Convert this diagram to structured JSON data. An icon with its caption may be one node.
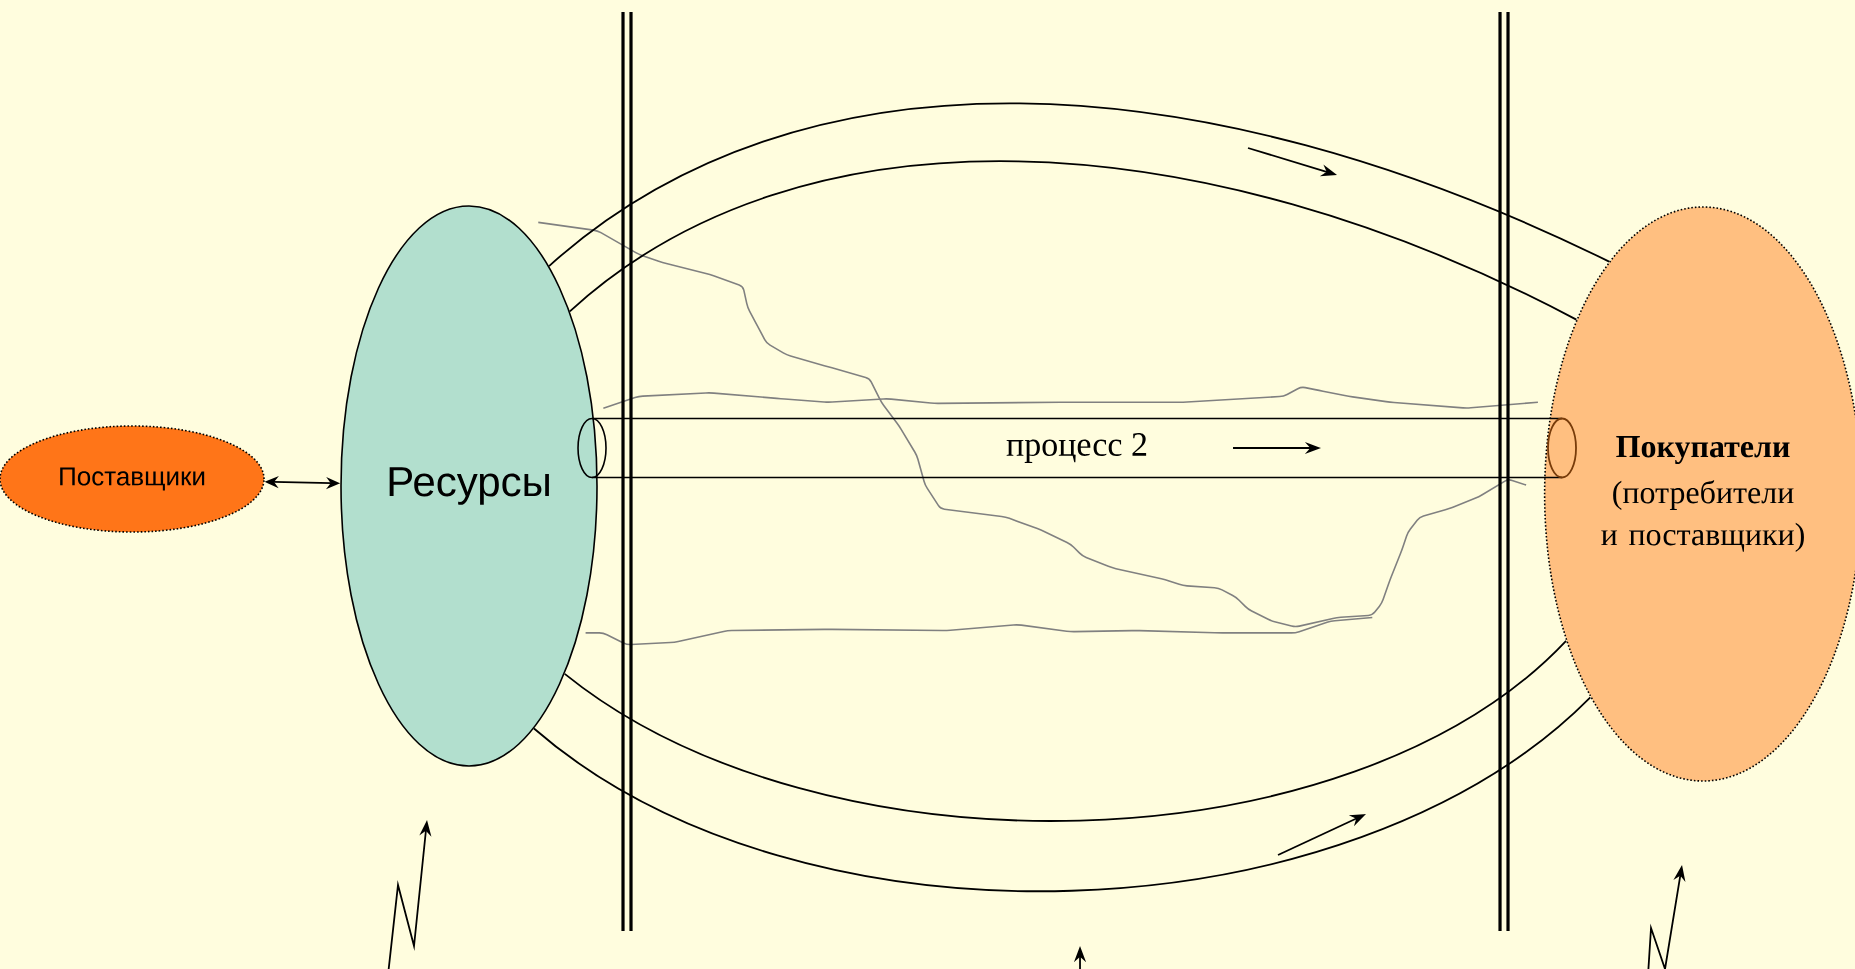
{
  "diagram": {
    "nodes": [
      {
        "text": [
          "Поставщики"
        ]
      },
      {
        "text": [
          "Ресурсы"
        ]
      },
      {
        "text": [
          "Покупатели",
          "(потребители и поставщики)"
        ]
      },
      {
        "text": [
          "процесс 2"
        ]
      }
    ],
    "edges": [
      {
        "from": 0,
        "to": 1,
        "arrow": "both"
      },
      {
        "from": 1,
        "to": 2,
        "arrow": "none"
      },
      {
        "from": 1,
        "to": 2,
        "arrow": "none"
      },
      {
        "from": 1,
        "to": 2,
        "arrow": "none"
      },
      {
        "from": 1,
        "to": 2,
        "arrow": "none"
      }
    ]
  }
}
